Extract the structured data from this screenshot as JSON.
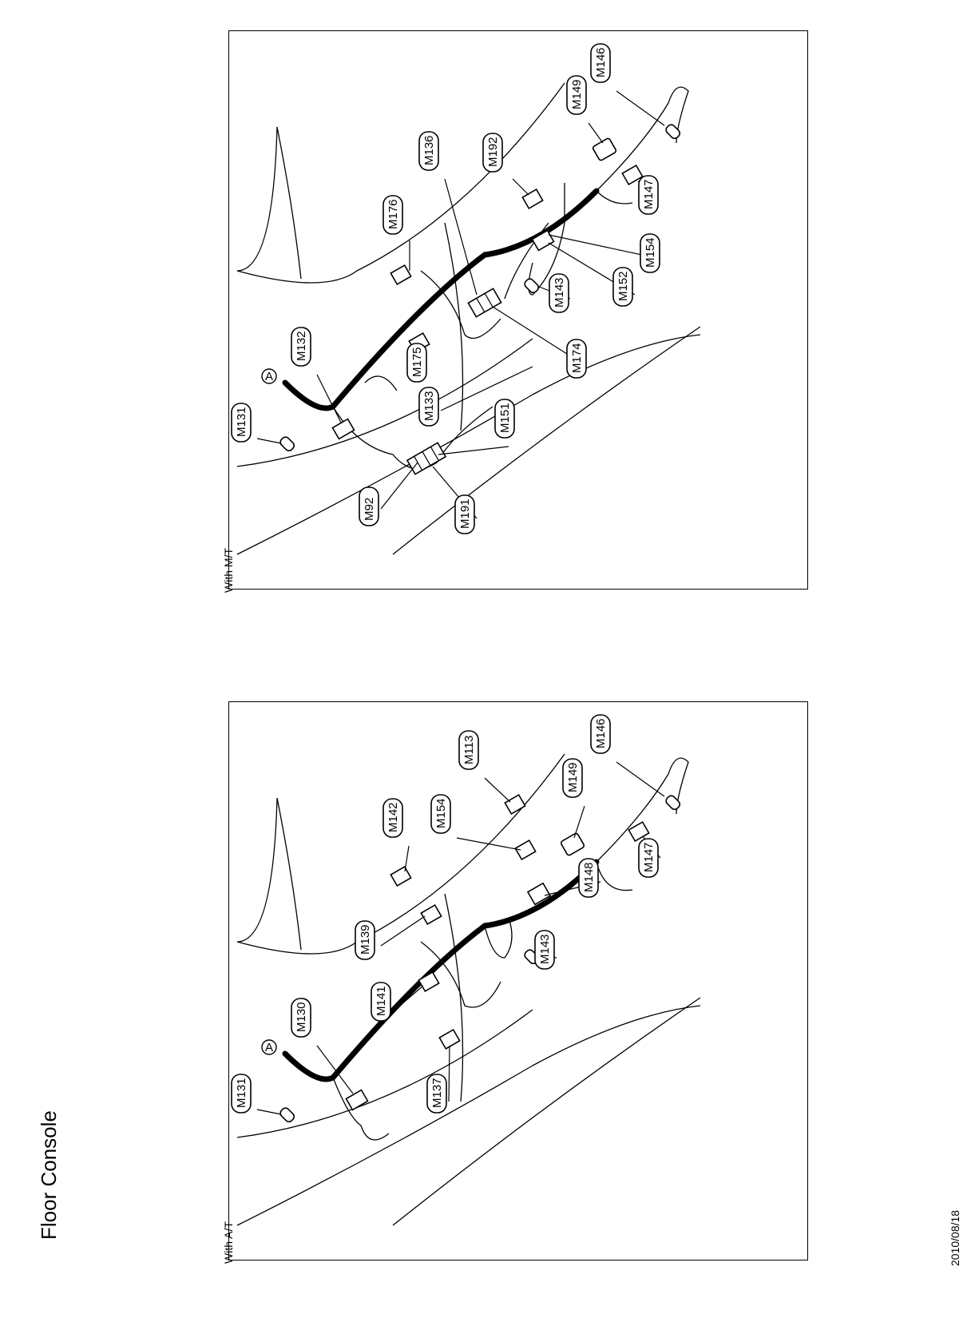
{
  "page": {
    "title": "Floor Console",
    "date": "2010/08/18"
  },
  "diagrams": [
    {
      "caption": "With M/T",
      "marker": "A",
      "connectors": [
        "M131",
        "M132",
        "M92",
        "M191",
        "M151",
        "M133",
        "M175",
        "M176",
        "M136",
        "M174",
        "M143",
        "M152",
        "M154",
        "M192",
        "M147",
        "M149",
        "M146"
      ]
    },
    {
      "caption": "With A/T",
      "marker": "A",
      "connectors": [
        "M131",
        "M130",
        "M137",
        "M141",
        "M139",
        "M142",
        "M143",
        "M148",
        "M154",
        "M113",
        "M149",
        "M147",
        "M146"
      ]
    }
  ],
  "colors": {
    "line": "#000000",
    "background": "#ffffff"
  }
}
